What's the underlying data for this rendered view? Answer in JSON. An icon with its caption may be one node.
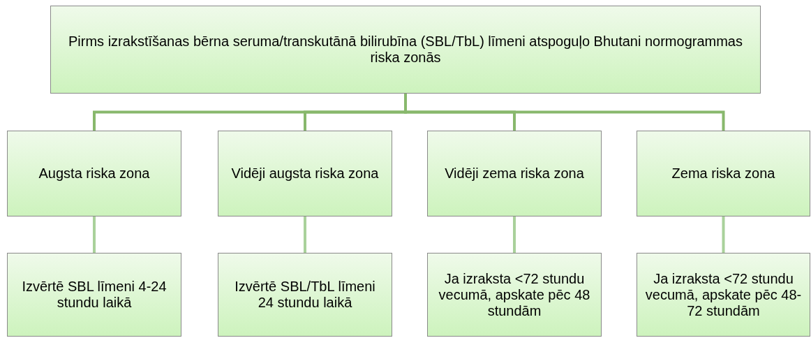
{
  "diagram": {
    "nodes": [
      {
        "text": [
          "Pirms izrakstīšanas bērna seruma/transkutānā bilirubīna (SBL/TbL) līmeni atspoguļo Bhutani normogrammas riska zonās"
        ]
      },
      {
        "text": [
          "Augsta riska zona"
        ]
      },
      {
        "text": [
          "Vidēji augsta riska zona"
        ]
      },
      {
        "text": [
          "Vidēji zema riska zona"
        ]
      },
      {
        "text": [
          "Zema riska zona"
        ]
      },
      {
        "text": [
          "Izvērtē SBL līmeni 4-24 stundu laikā"
        ]
      },
      {
        "text": [
          "Izvērtē SBL/TbL līmeni 24 stundu laikā"
        ]
      },
      {
        "text": [
          "Ja izraksta <72 stundu vecumā, apskate pēc 48 stundām"
        ]
      },
      {
        "text": [
          "Ja izraksta <72 stundu vecumā, apskate pēc 48-72 stundām"
        ]
      }
    ],
    "edges": [
      {
        "from": 0,
        "to": 1,
        "arrow": "none"
      },
      {
        "from": 0,
        "to": 2,
        "arrow": "none"
      },
      {
        "from": 0,
        "to": 3,
        "arrow": "none"
      },
      {
        "from": 0,
        "to": 4,
        "arrow": "none"
      },
      {
        "from": 1,
        "to": 5,
        "arrow": "none",
        "color": "#a9d19b"
      },
      {
        "from": 2,
        "to": 6,
        "arrow": "none",
        "color": "#a9d19b"
      },
      {
        "from": 3,
        "to": 7,
        "arrow": "none",
        "color": "#a9d19b"
      },
      {
        "from": 4,
        "to": 8,
        "arrow": "none",
        "color": "#a9d19b"
      }
    ]
  }
}
